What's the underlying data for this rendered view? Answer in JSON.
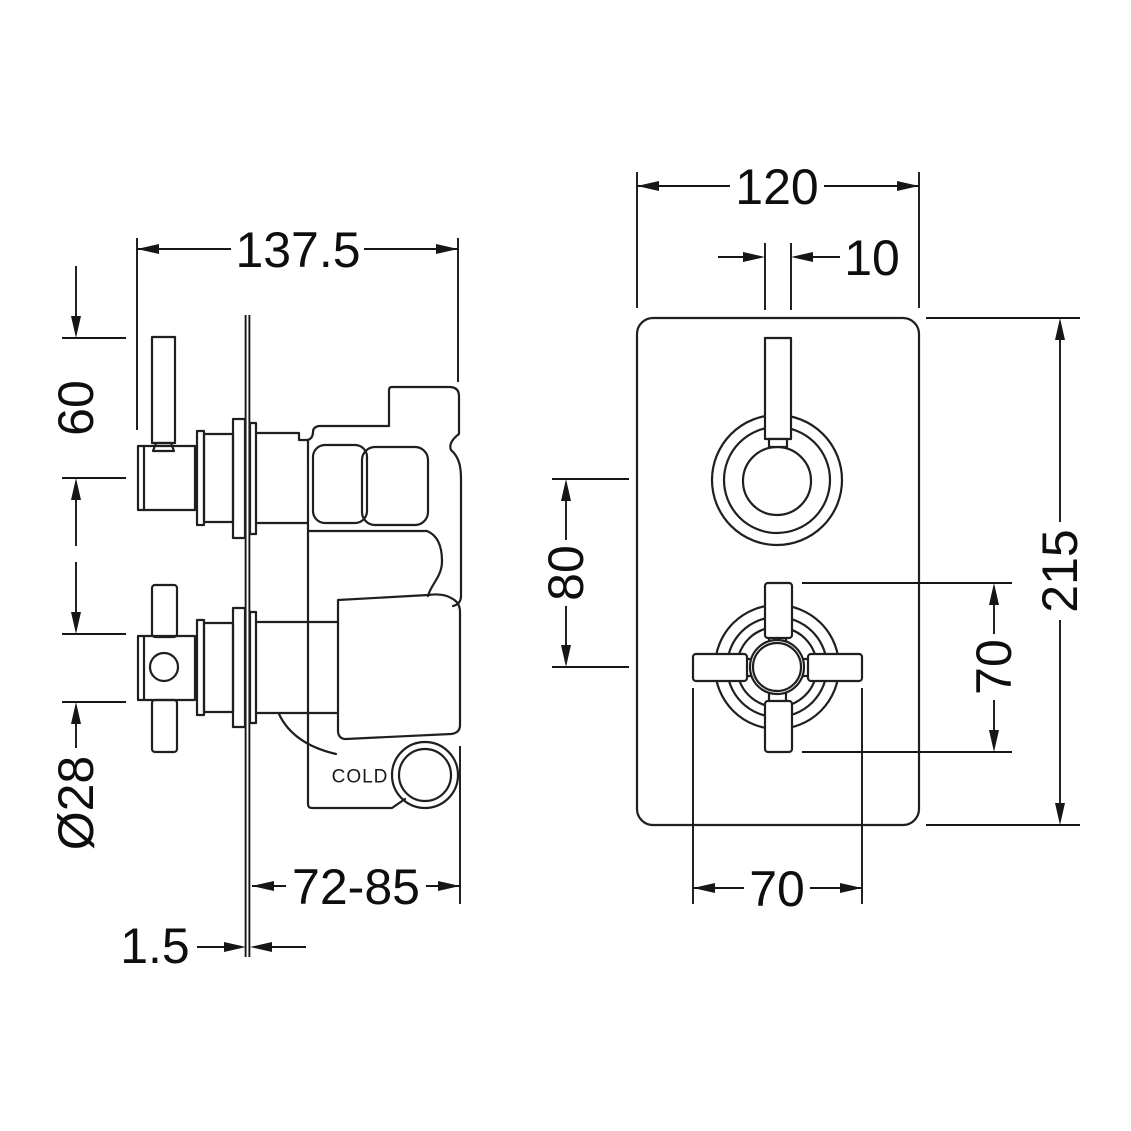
{
  "drawing_type": "shower-valve-installation-drawing",
  "colors": {
    "background": "#ffffff",
    "line": "#1f1f1f",
    "dimension_line": "#161616",
    "text": "#0e0e0e"
  },
  "side_view": {
    "label_cold_port": "COLD",
    "dim_overall_width": "137.5",
    "dim_lever_top_to_center": "60",
    "dim_handle_hub_diameter": "Ø28",
    "dim_installation_depth": "72-85",
    "dim_plate_thickness": "1.5"
  },
  "front_view": {
    "dim_plate_width": "120",
    "dim_lever_width": "10",
    "dim_handle_center_spacing": "80",
    "dim_plate_height": "215",
    "dim_cross_handle_span_vertical": "70",
    "dim_cross_handle_span_horizontal": "70"
  }
}
